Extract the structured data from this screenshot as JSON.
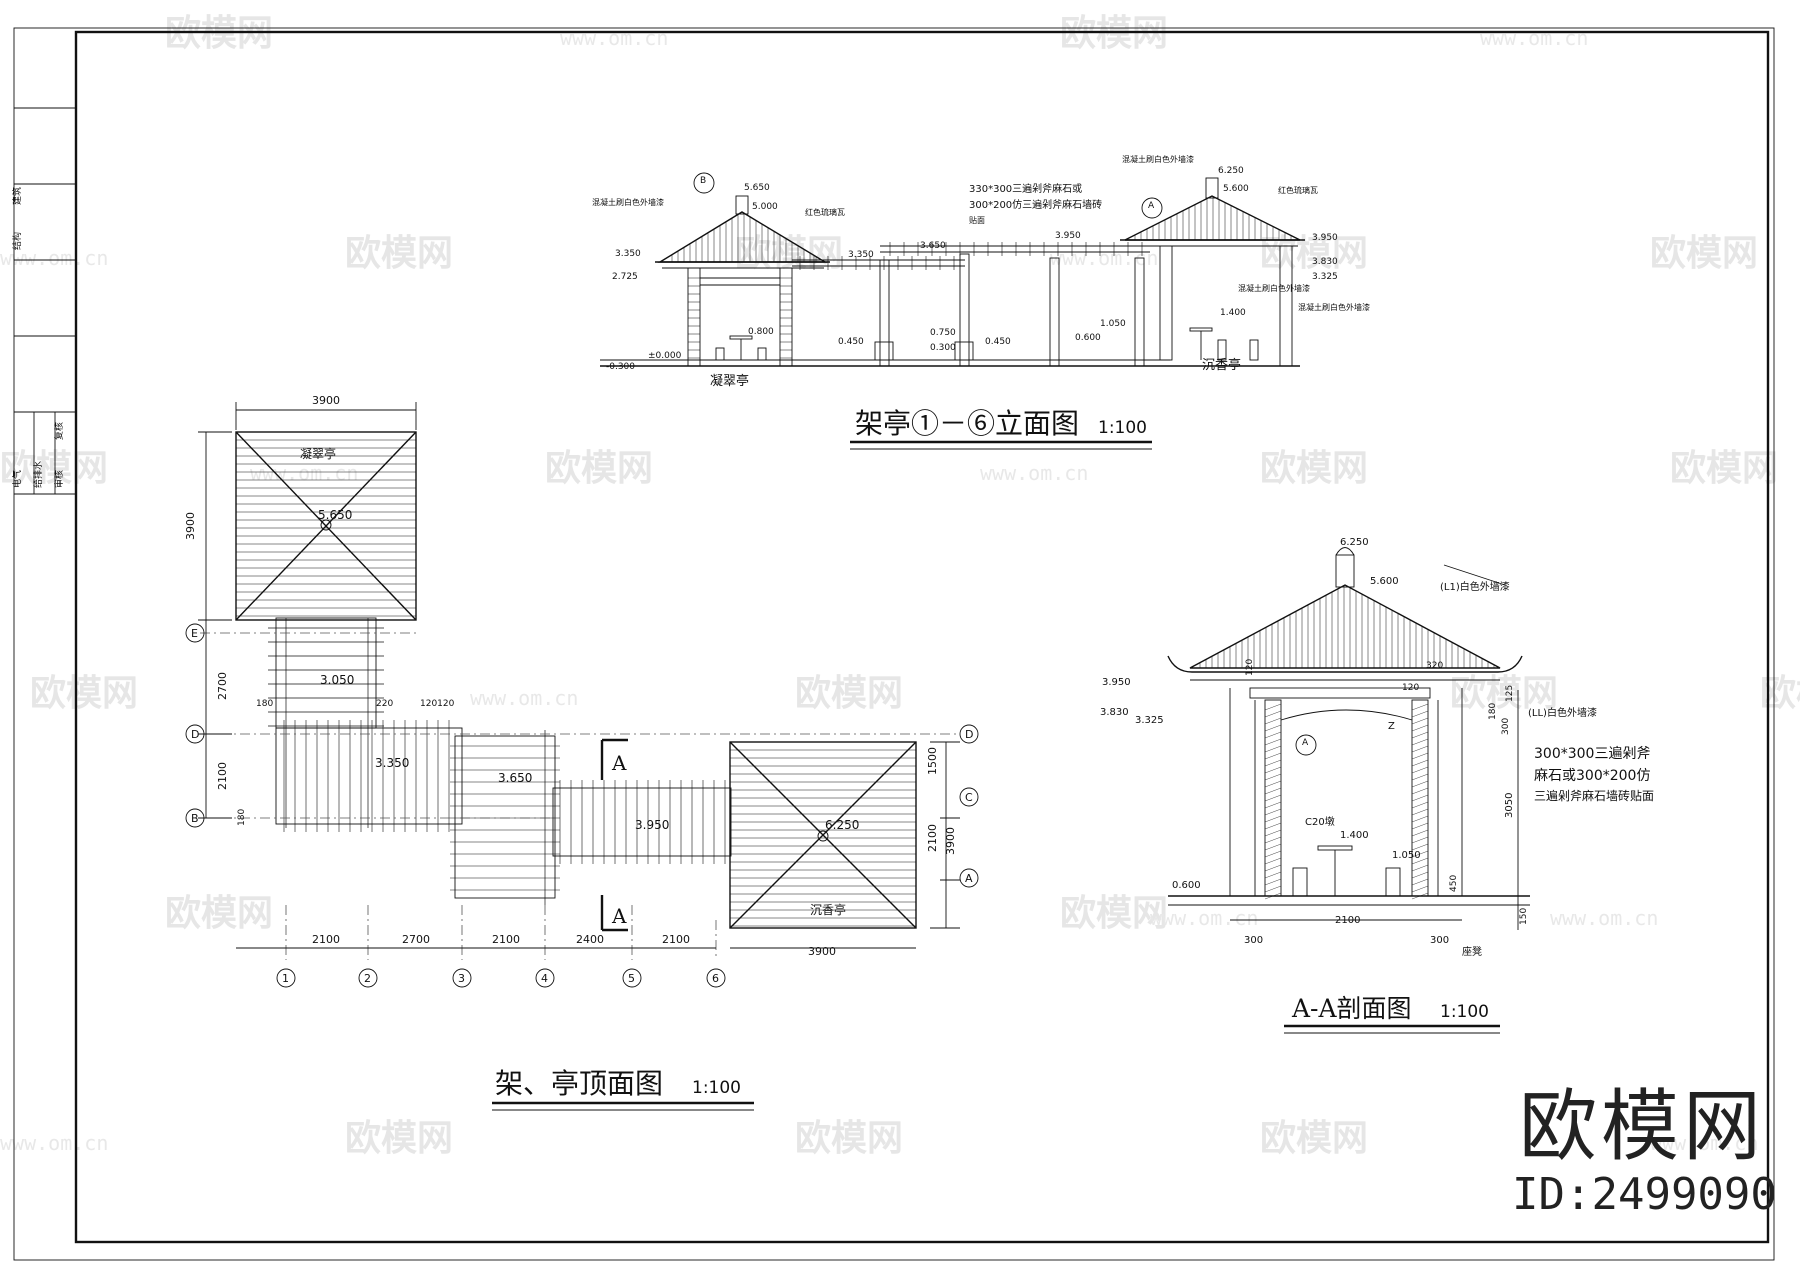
{
  "titles": {
    "elevation": "架亭①－⑥立面图",
    "elevation_scale": "1:100",
    "roof_plan": "架、亭顶面图",
    "roof_plan_scale": "1:100",
    "section": "A-A剖面图",
    "section_scale": "1:100"
  },
  "elevation": {
    "pavilion_left": "凝翠亭",
    "pavilion_right": "沉香亭",
    "levels": [
      "5.650",
      "5.000",
      "3.350",
      "2.725",
      "3.650",
      "3.350",
      "3.950",
      "6.250",
      "5.600",
      "3.950",
      "3.830",
      "3.325",
      "1.400",
      "1.050",
      "0.800",
      "0.750",
      "0.600",
      "0.450",
      "0.450",
      "0.300",
      "±0.000",
      "-0.300"
    ],
    "notes": {
      "n1": "混凝土刷白色外墙漆",
      "n2": "红色琉璃瓦",
      "n3": "330*300三遍剁斧麻石或",
      "n4": "300*200仿三遍剁斧麻石墙砖",
      "n5": "贴面",
      "n6": "混凝土刷白色外墙漆",
      "n7": "红色琉璃瓦",
      "n8": "混凝土刷白色外墙漆",
      "n9": "混凝土刷白色外墙漆"
    },
    "tags": {
      "b": "B",
      "a": "A"
    }
  },
  "plan": {
    "pavilion_left": "凝翠亭",
    "pavilion_right": "沉香亭",
    "levels": {
      "l1": "5.650",
      "l2": "3.050",
      "l3": "3.350",
      "l4": "3.650",
      "l5": "3.950",
      "l6": "6.250"
    },
    "dims_top": "3900",
    "dims_left_top": "3900",
    "dims_left": [
      "2700",
      "2100"
    ],
    "dims_bottom": [
      "2100",
      "2700",
      "2100",
      "2400",
      "2100"
    ],
    "dims_bottom_right": "3900",
    "dims_right": [
      "1500",
      "2100",
      "3900"
    ],
    "small_dims": {
      "s1": "180",
      "s2": "220",
      "s3": "120120",
      "s4": "180"
    },
    "axis_cols": [
      "1",
      "2",
      "3",
      "4",
      "5",
      "6"
    ],
    "axis_rows_left": [
      "E",
      "D",
      "B"
    ],
    "axis_rows_right": [
      "D",
      "C",
      "A"
    ],
    "section_mark": "A"
  },
  "section": {
    "levels": [
      "6.250",
      "5.600",
      "3.950",
      "3.830",
      "3.325",
      "1.400",
      "1.050",
      "0.600"
    ],
    "notes": {
      "n1": "(L1)白色外墙漆",
      "n2": "(LL)白色外墙漆",
      "n3": "300*300三遍剁斧",
      "n4": "麻石或300*200仿",
      "n5": "三遍剁斧麻石墙砖贴面",
      "n6": "C20墩",
      "n7": "座凳"
    },
    "dims": {
      "width": "2100",
      "side_l": "300",
      "side_r": "300",
      "height": "3050",
      "d120": "120",
      "d320": "320",
      "d125": "125",
      "d180": "180",
      "d300": "300",
      "d450": "450",
      "d150": "150",
      "d120b": "120"
    },
    "tag": "A",
    "zmark": "Z"
  },
  "titleblock": {
    "cells": [
      "建筑",
      "结构",
      "电气",
      "给排水",
      "审核",
      "复核"
    ]
  },
  "watermark": {
    "text": "欧模网",
    "url": "www.om.cn"
  },
  "brand": {
    "name": "欧模网",
    "id": "ID:2499090"
  }
}
